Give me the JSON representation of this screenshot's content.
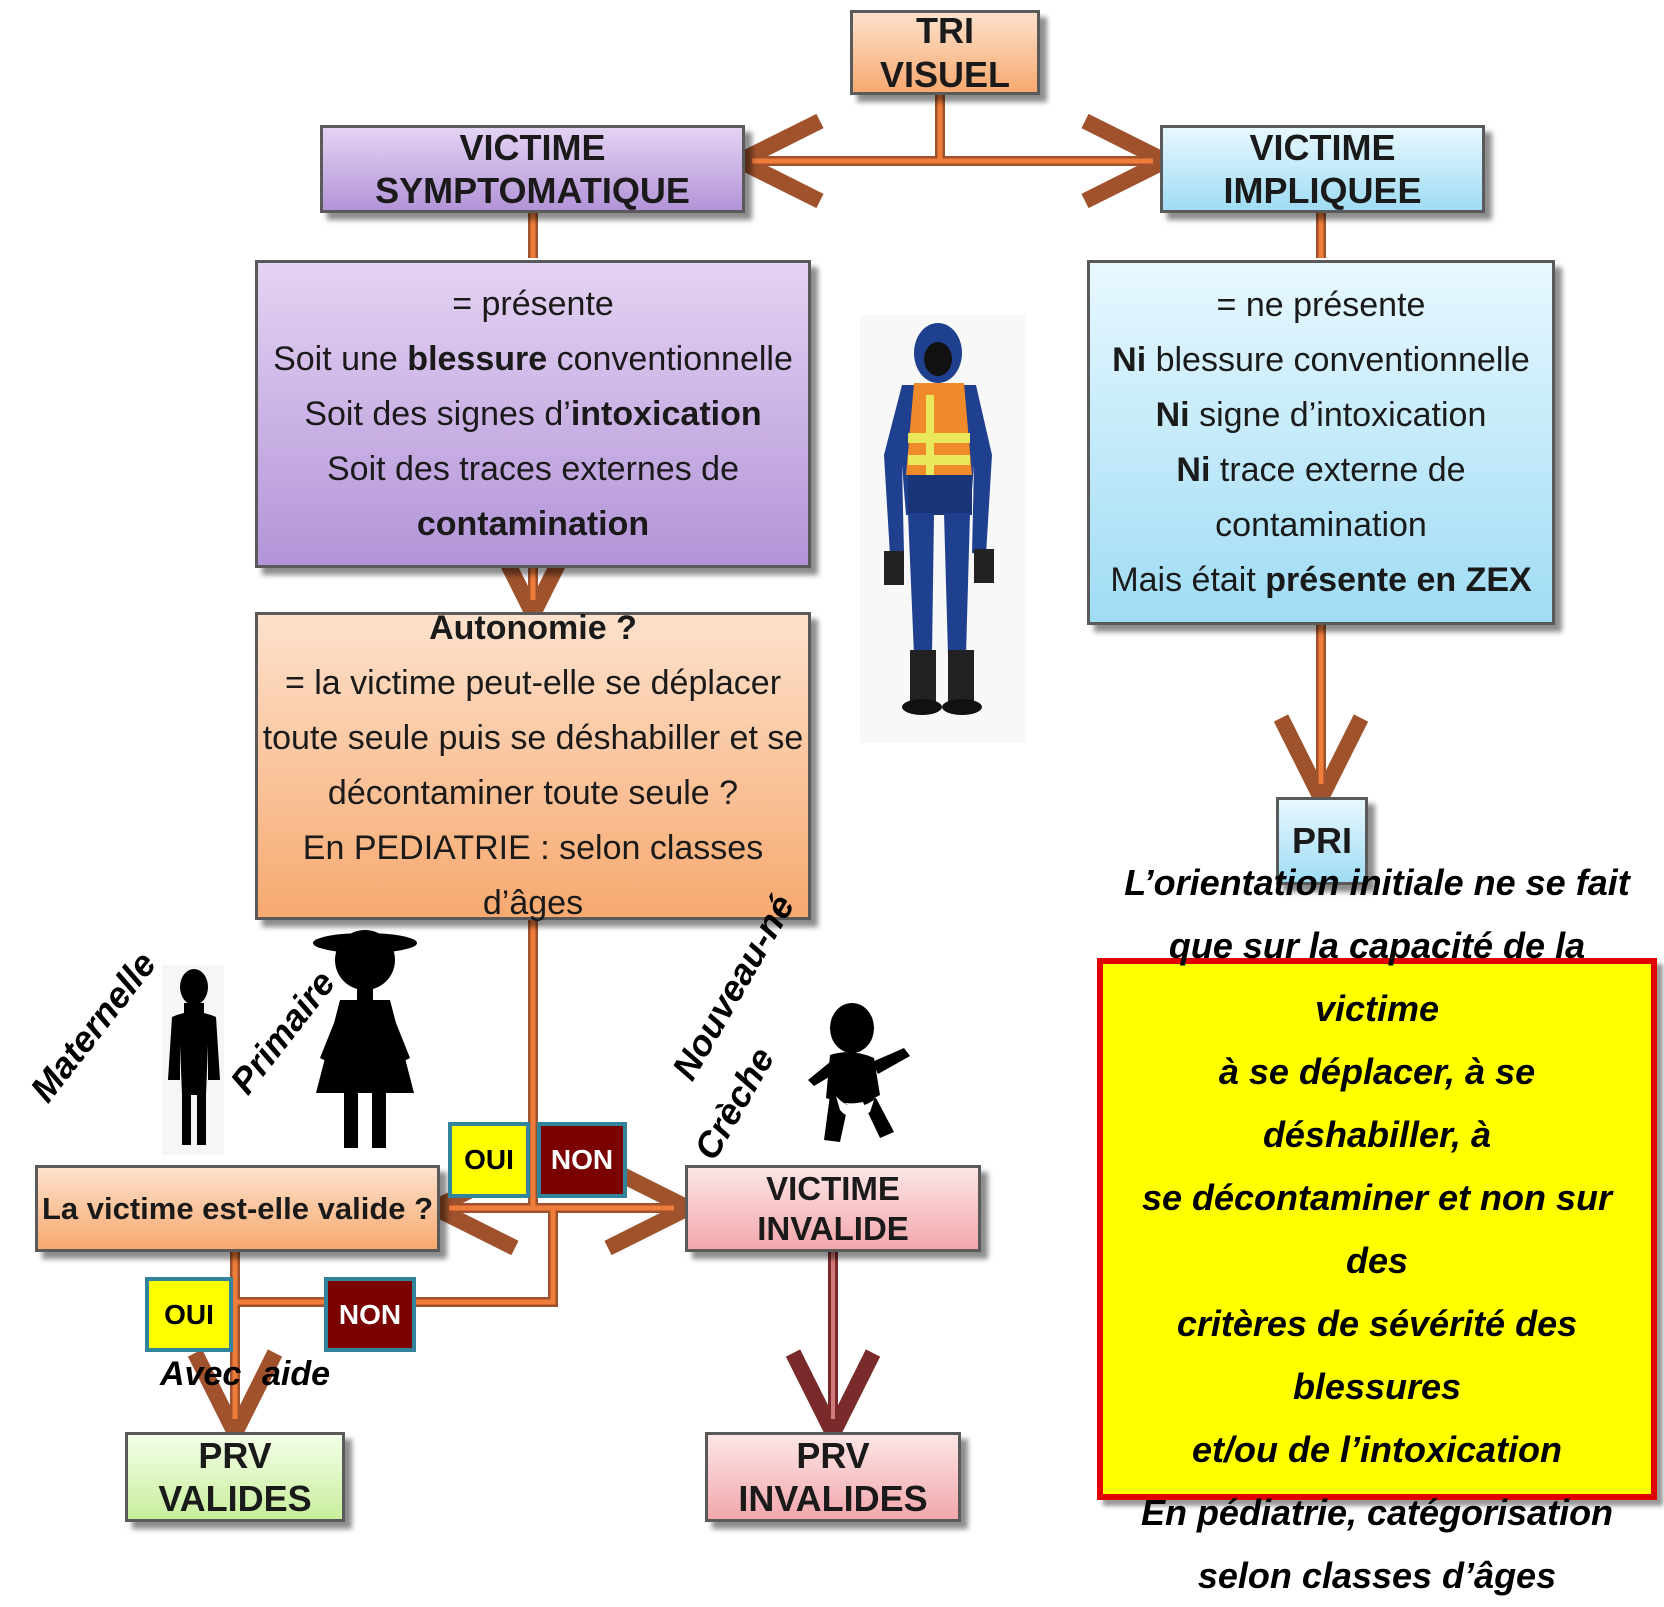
{
  "nodes": {
    "tri_visuel": "TRI VISUEL",
    "victime_symptomatique": "VICTIME SYMPTOMATIQUE",
    "victime_impliquee": "VICTIME IMPLIQUEE",
    "symptomatique_detail": {
      "l1": "=  présente",
      "l2a": "Soit une ",
      "l2b": "blessure",
      "l2c": " conventionnelle",
      "l3a": "Soit des signes d’",
      "l3b": "intoxication",
      "l4": "Soit des traces externes de",
      "l5": "contamination"
    },
    "impliquee_detail": {
      "l1": "= ne présente",
      "l2a": "Ni",
      "l2b": " blessure conventionnelle",
      "l3a": "Ni",
      "l3b": " signe d’intoxication",
      "l4a": "Ni",
      "l4b": " trace externe de",
      "l5": "contamination",
      "l6a": "Mais était ",
      "l6b": "présente en ZEX"
    },
    "autonomie": {
      "title": "Autonomie ?",
      "l1": "= la victime peut-elle se déplacer",
      "l2": "toute seule puis se déshabiller et se",
      "l3": "décontaminer toute seule ?",
      "l4": "En PEDIATRIE : selon classes d’âges"
    },
    "pri": "PRI",
    "victime_valide": "La victime est-elle valide ?",
    "victime_invalide": "VICTIME INVALIDE",
    "prv_valides": "PRV VALIDES",
    "prv_invalides": "PRV INVALIDES"
  },
  "tags": {
    "oui": "OUI",
    "non": "NON"
  },
  "labels": {
    "avec": "Avec",
    "aide": "aide",
    "maternelle": "Maternelle",
    "primaire": "Primaire",
    "nouveau_ne": "Nouveau-né",
    "creche": "Crèche"
  },
  "note": {
    "l1": "L’orientation initiale ne se fait",
    "l2": "que sur la capacité de la victime",
    "l3": "à se déplacer, à se déshabiller, à",
    "l4": "se décontaminer et non sur des",
    "l5": "critères de sévérité des blessures",
    "l6": "et/ou de l’intoxication",
    "l7": "En pédiatrie, catégorisation",
    "l8": "selon classes d’âges"
  },
  "colors": {
    "connector": "#f07c3a",
    "connector_dark": "#a0522d",
    "invalid_connector": "#9e3a3a",
    "note_border": "#e00000",
    "note_fill": "#ffff00"
  },
  "icons": [
    "hazmat-suit-person-image",
    "child-maternelle-silhouette",
    "child-primaire-silhouette",
    "baby-silhouette"
  ]
}
